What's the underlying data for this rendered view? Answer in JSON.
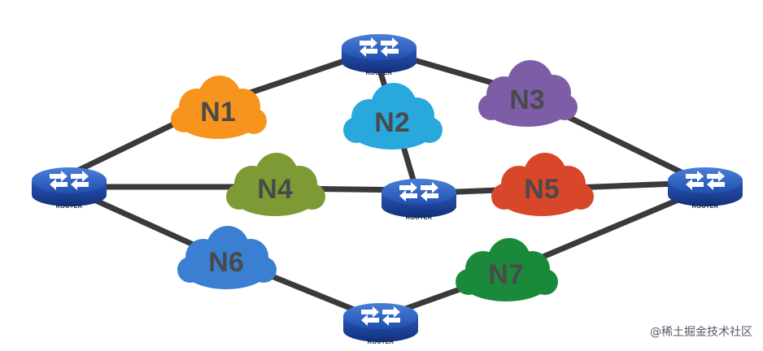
{
  "routers": [
    {
      "id": "top",
      "label": "ROUTER"
    },
    {
      "id": "left",
      "label": "ROUTER"
    },
    {
      "id": "center",
      "label": "ROUTER"
    },
    {
      "id": "right",
      "label": "ROUTER"
    },
    {
      "id": "bottom",
      "label": "ROUTER"
    }
  ],
  "networks": [
    {
      "id": "n1",
      "label": "N1",
      "color": "#f7941e",
      "text_color": "#4a4a4a"
    },
    {
      "id": "n2",
      "label": "N2",
      "color": "#29a8dc",
      "text_color": "#4a4a4a"
    },
    {
      "id": "n3",
      "label": "N3",
      "color": "#7d5ea6",
      "text_color": "#4a4a4a"
    },
    {
      "id": "n4",
      "label": "N4",
      "color": "#7d9a35",
      "text_color": "#4a4a4a"
    },
    {
      "id": "n5",
      "label": "N5",
      "color": "#d9472b",
      "text_color": "#4a4a4a"
    },
    {
      "id": "n6",
      "label": "N6",
      "color": "#3a7fd1",
      "text_color": "#4a4a4a"
    },
    {
      "id": "n7",
      "label": "N7",
      "color": "#1a8a3a",
      "text_color": "#4a4a4a"
    }
  ],
  "watermark": "@稀土掘金技术社区"
}
